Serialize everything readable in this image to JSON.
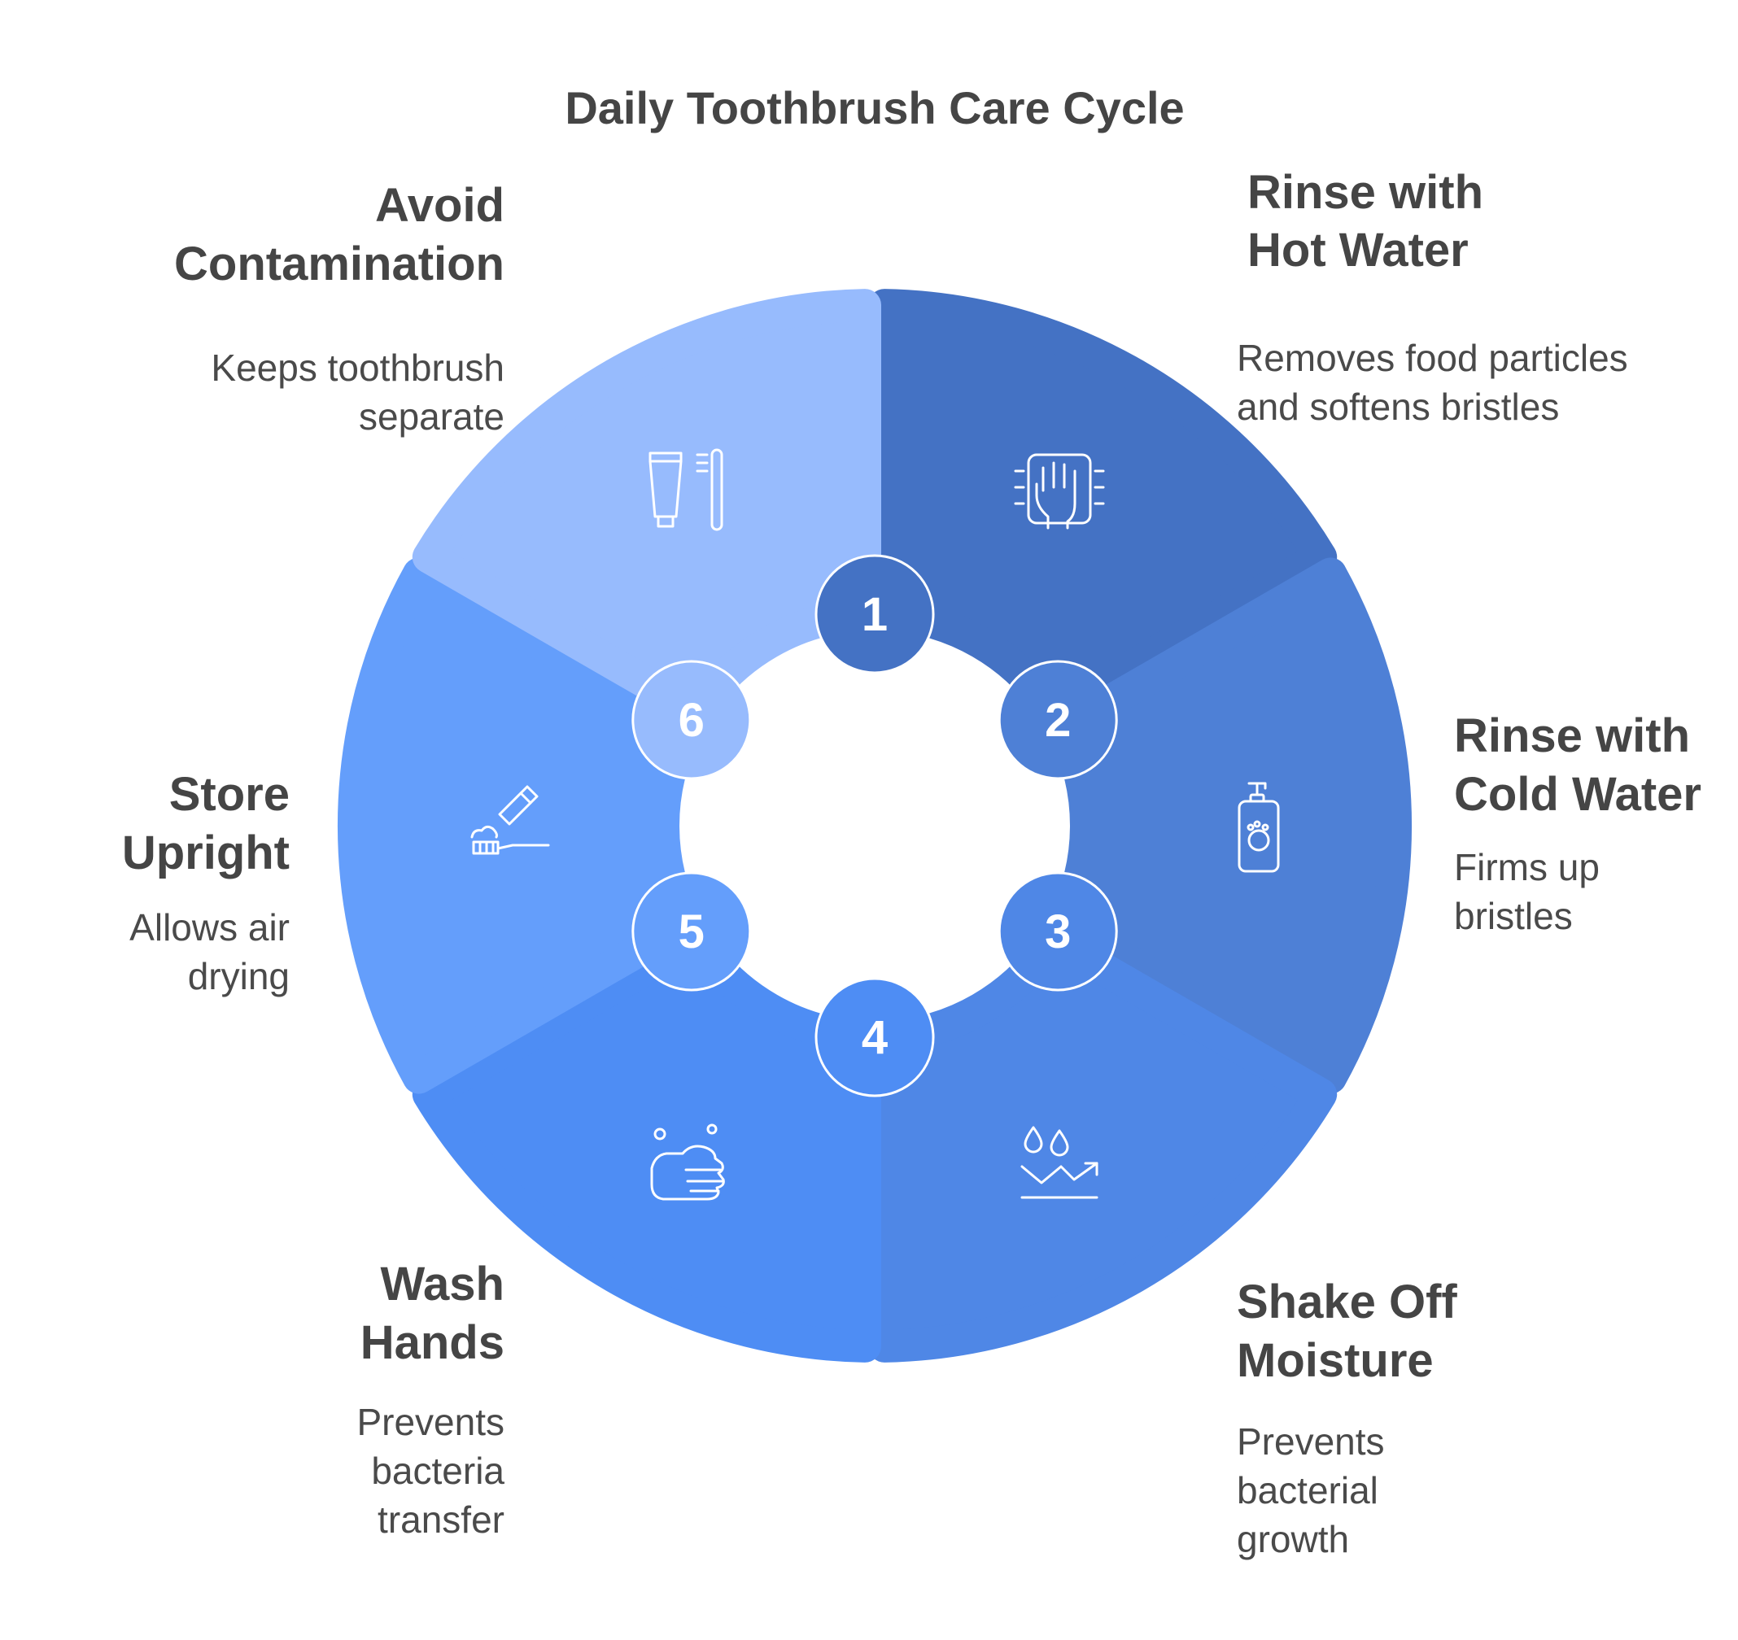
{
  "title": "Daily Toothbrush Care Cycle",
  "steps": [
    {
      "number": "1",
      "title_lines": [
        "Rinse with",
        "Hot Water"
      ],
      "desc_lines": [
        "Removes food particles",
        "and softens bristles"
      ],
      "icon": "hand-scan-icon",
      "color": "#4472C4"
    },
    {
      "number": "2",
      "title_lines": [
        "Rinse with",
        "Cold Water"
      ],
      "desc_lines": [
        "Firms up",
        "bristles"
      ],
      "icon": "pump-bottle-icon",
      "color": "#4E80D6"
    },
    {
      "number": "3",
      "title_lines": [
        "Shake Off",
        "Moisture"
      ],
      "desc_lines": [
        "Prevents",
        "bacterial",
        "growth"
      ],
      "icon": "drops-trend-icon",
      "color": "#4F87E6"
    },
    {
      "number": "4",
      "title_lines": [
        "Wash",
        "Hands"
      ],
      "desc_lines": [
        "Prevents",
        "bacteria",
        "transfer"
      ],
      "icon": "soapy-hands-icon",
      "color": "#4E8DF4"
    },
    {
      "number": "5",
      "title_lines": [
        "Store",
        "Upright"
      ],
      "desc_lines": [
        "Allows air",
        "drying"
      ],
      "icon": "toothpaste-brush-icon",
      "color": "#649EFB"
    },
    {
      "number": "6",
      "title_lines": [
        "Avoid",
        "Contamination"
      ],
      "desc_lines": [
        "Keeps toothbrush",
        "separate"
      ],
      "icon": "tube-and-brush-icon",
      "color": "#97BBFD"
    }
  ]
}
